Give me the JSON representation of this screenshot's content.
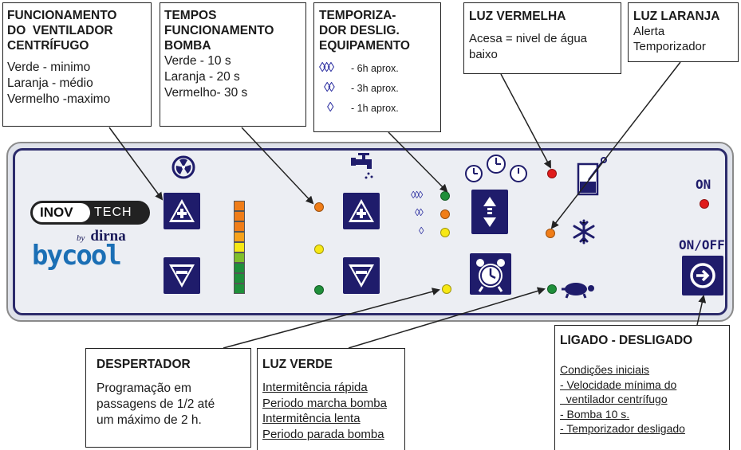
{
  "colors": {
    "panel_border": "#2c2b6b",
    "button": "#1f1c6b",
    "led_red": "#e01b1b",
    "led_orange": "#f07d18",
    "led_yellow": "#f7e814",
    "led_green": "#1f8f3a",
    "brand_blue": "#1b6fb5"
  },
  "callouts": {
    "fan": {
      "title_lines": [
        "FUNCIONAMENTO",
        "DO  VENTILADOR",
        "CENTRÍFUGO"
      ],
      "lines": [
        "Verde - minimo",
        "Laranja - médio",
        "Vermelho -maximo"
      ]
    },
    "pump": {
      "title_lines": [
        "TEMPOS",
        "FUNCIONAMENTO",
        "BOMBA"
      ],
      "lines": [
        "Verde - 10 s",
        "Laranja - 20 s",
        "Vermelho- 30 s"
      ]
    },
    "timer": {
      "title_lines": [
        "TEMPORIZA-",
        "DOR DESLIG.",
        "EQUIPAMENTO"
      ],
      "items": [
        {
          "icon": "diamond-icon",
          "count": 3,
          "text": "- 6h aprox."
        },
        {
          "icon": "diamond-icon",
          "count": 2,
          "text": "- 3h aprox."
        },
        {
          "icon": "diamond-icon",
          "count": 1,
          "text": "- 1h aprox."
        }
      ]
    },
    "red_light": {
      "title": "LUZ VERMELHA",
      "lines": [
        "Acesa = nivel de água",
        "baixo"
      ]
    },
    "orange_light": {
      "title": "LUZ LARANJA",
      "lines": [
        "Alerta",
        "Temporizador"
      ]
    },
    "alarm": {
      "title": "DESPERTADOR",
      "lines": [
        "Programação em",
        "passagens de 1/2 até",
        "um máximo de 2 h."
      ]
    },
    "green_light": {
      "title": "LUZ VERDE",
      "lines": [
        "Intermitência rápida",
        "Periodo marcha bomba",
        "Intermitência lenta",
        "Periodo parada bomba"
      ]
    },
    "onoff": {
      "title": "LIGADO - DESLIGADO",
      "lines": [
        "Condições iniciais",
        "- Velocidade mínima do",
        "  ventilador centrífugo",
        "- Bomba 10 s.",
        "- Temporizador desligado"
      ]
    }
  },
  "panel": {
    "brand": {
      "inov": "INOV",
      "tech": "TECH",
      "by": "by",
      "dirna": "dirna",
      "bycool": "bycool"
    },
    "on_label": "ON",
    "onoff_label": "ON/OFF",
    "timer_marks": [
      "◊◊◊",
      "◊◊",
      "◊"
    ]
  }
}
